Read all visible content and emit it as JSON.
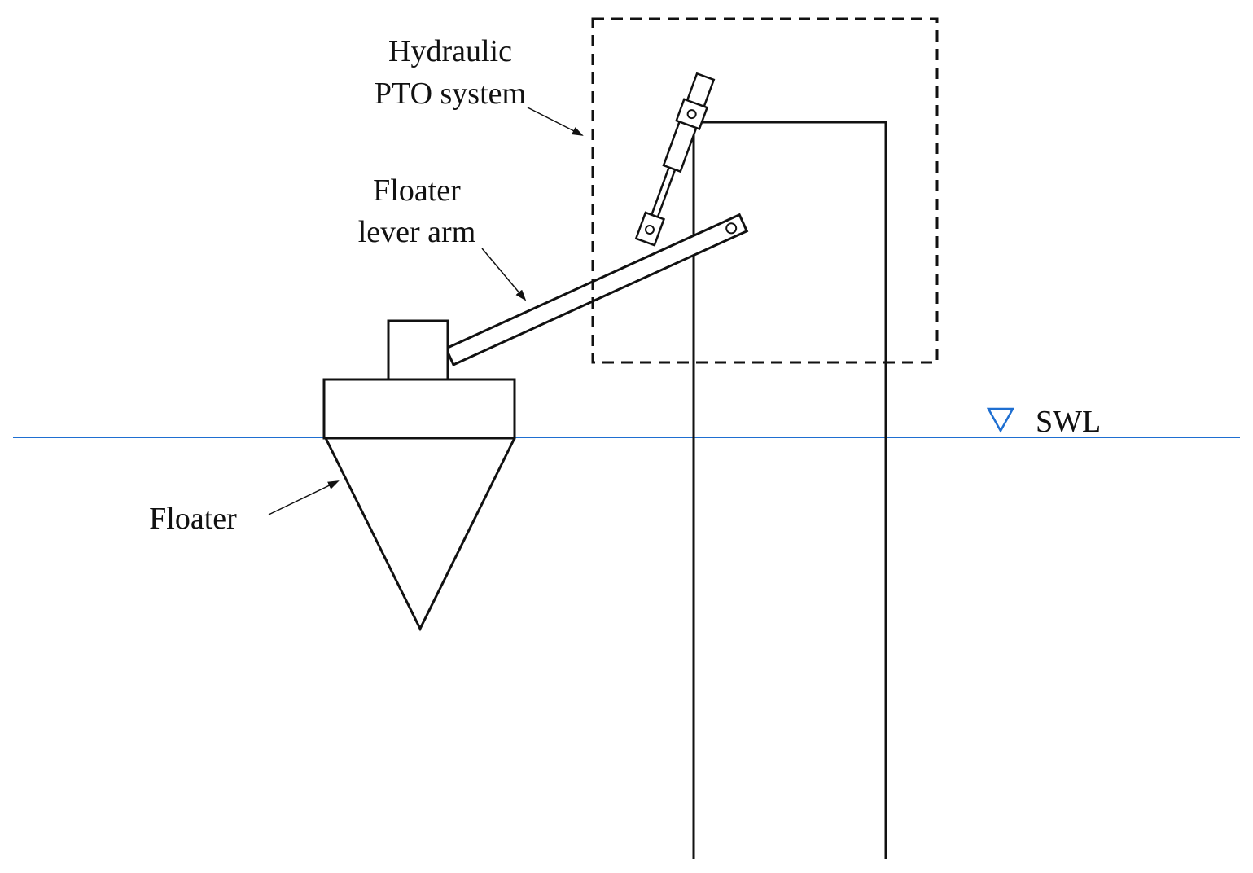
{
  "labels": {
    "pto_line1": "Hydraulic",
    "pto_line2": "PTO system",
    "arm_line1": "Floater",
    "arm_line2": "lever arm",
    "floater": "Floater",
    "swl": "SWL"
  },
  "colors": {
    "line": "#111111",
    "water": "#1f6fd1",
    "background": "#ffffff"
  }
}
